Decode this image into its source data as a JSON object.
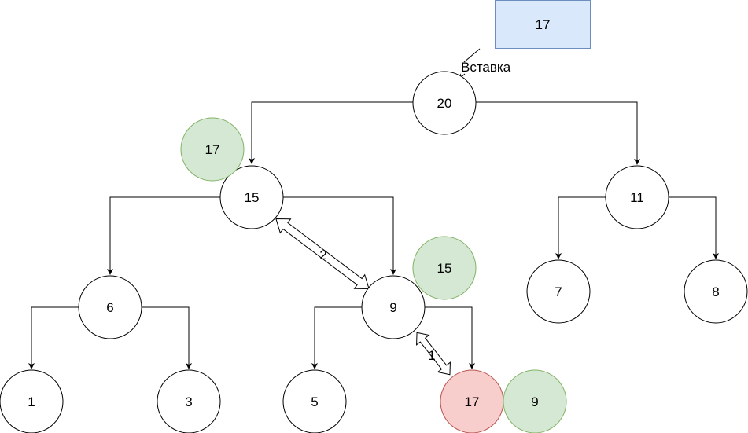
{
  "insert_box": {
    "label": "17"
  },
  "insert_caption": "Вставка",
  "nodes": {
    "root": "20",
    "left": "15",
    "right": "11",
    "left_left": "6",
    "left_right": "9",
    "right_left": "7",
    "right_right": "8",
    "leaf_1": "1",
    "leaf_3": "3",
    "leaf_5": "5",
    "inserted": "17"
  },
  "swap_results": {
    "at_left": "17",
    "at_left_right": "15",
    "at_inserted": "9"
  },
  "swap_steps": {
    "first": "1",
    "second": "2"
  },
  "colors": {
    "insert_fill": "#dae8fc",
    "insert_stroke": "#6c8ebf",
    "green_fill": "#d5e8d4",
    "green_stroke": "#82b366",
    "red_fill": "#f8cecc",
    "red_stroke": "#b85450"
  }
}
